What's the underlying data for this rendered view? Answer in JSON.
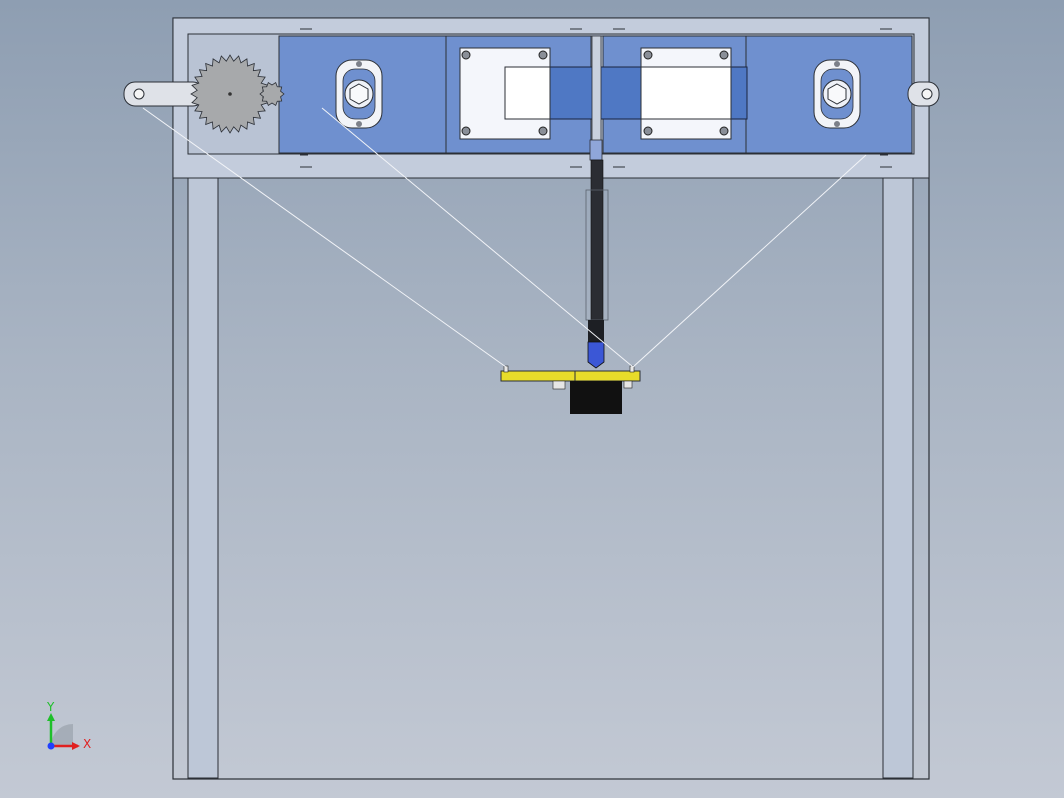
{
  "viewport": {
    "background_top": "#8e9eb2",
    "background_bottom": "#c3c9d4"
  },
  "colors": {
    "frame_fill": "#bcc6d6",
    "frame_stroke": "#2b2f36",
    "panel_blue": "#6f90cf",
    "panel_blue_dark": "#4f78c4",
    "gear_fill": "#a7a9ab",
    "platform_yellow": "#e8dc2a",
    "motor_black": "#111111",
    "slider_blue": "#3b57d6",
    "axis_x": "#e02020",
    "axis_y": "#1fbf2a",
    "axis_origin": "#2040ff"
  },
  "model": {
    "components": [
      "outer-frame",
      "top-beam",
      "left-leg",
      "right-leg",
      "gear",
      "left-link",
      "right-link",
      "bearing-left",
      "bearing-right",
      "clamp-left",
      "clamp-right",
      "lead-screw",
      "platform",
      "motor",
      "support-cables"
    ]
  },
  "triad": {
    "x_label": "X",
    "y_label": "Y",
    "icon": "coordinate-triad-icon"
  }
}
